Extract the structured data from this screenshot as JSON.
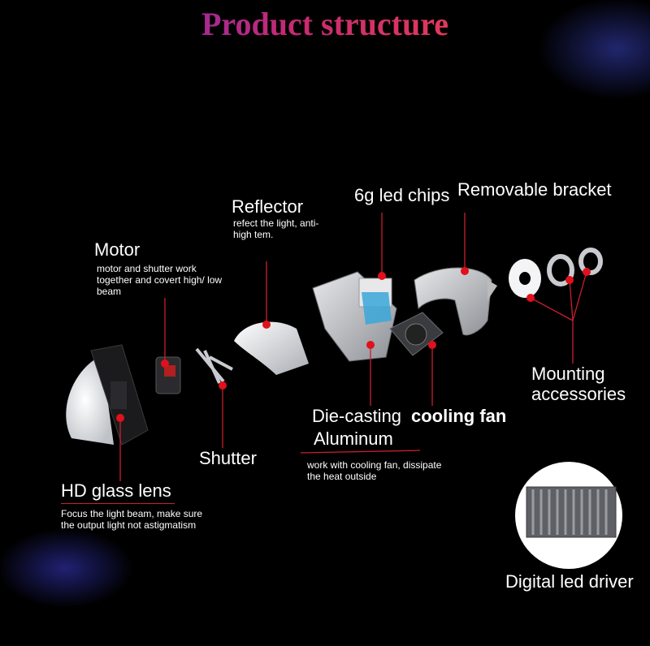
{
  "title": "Product structure",
  "labels": {
    "reflector": "Reflector",
    "reflector_desc": "refect the light, anti- high tem.",
    "chips": "6g led chips",
    "bracket": "Removable bracket",
    "motor": "Motor",
    "motor_desc": "motor and shutter work together and covert high/ low beam",
    "mounting": "Mounting accessories",
    "diecast": "Die-casting",
    "aluminum": "Aluminum",
    "fan": "cooling fan",
    "fan_desc": "work with cooling fan, dissipate the heat outside",
    "shutter": "Shutter",
    "lens": "HD glass lens",
    "lens_desc": "Focus the light beam, make sure the output light  not astigmatism",
    "driver": "Digital led driver"
  },
  "colors": {
    "accent_red": "#e0101c",
    "line_red": "#c8202c"
  }
}
